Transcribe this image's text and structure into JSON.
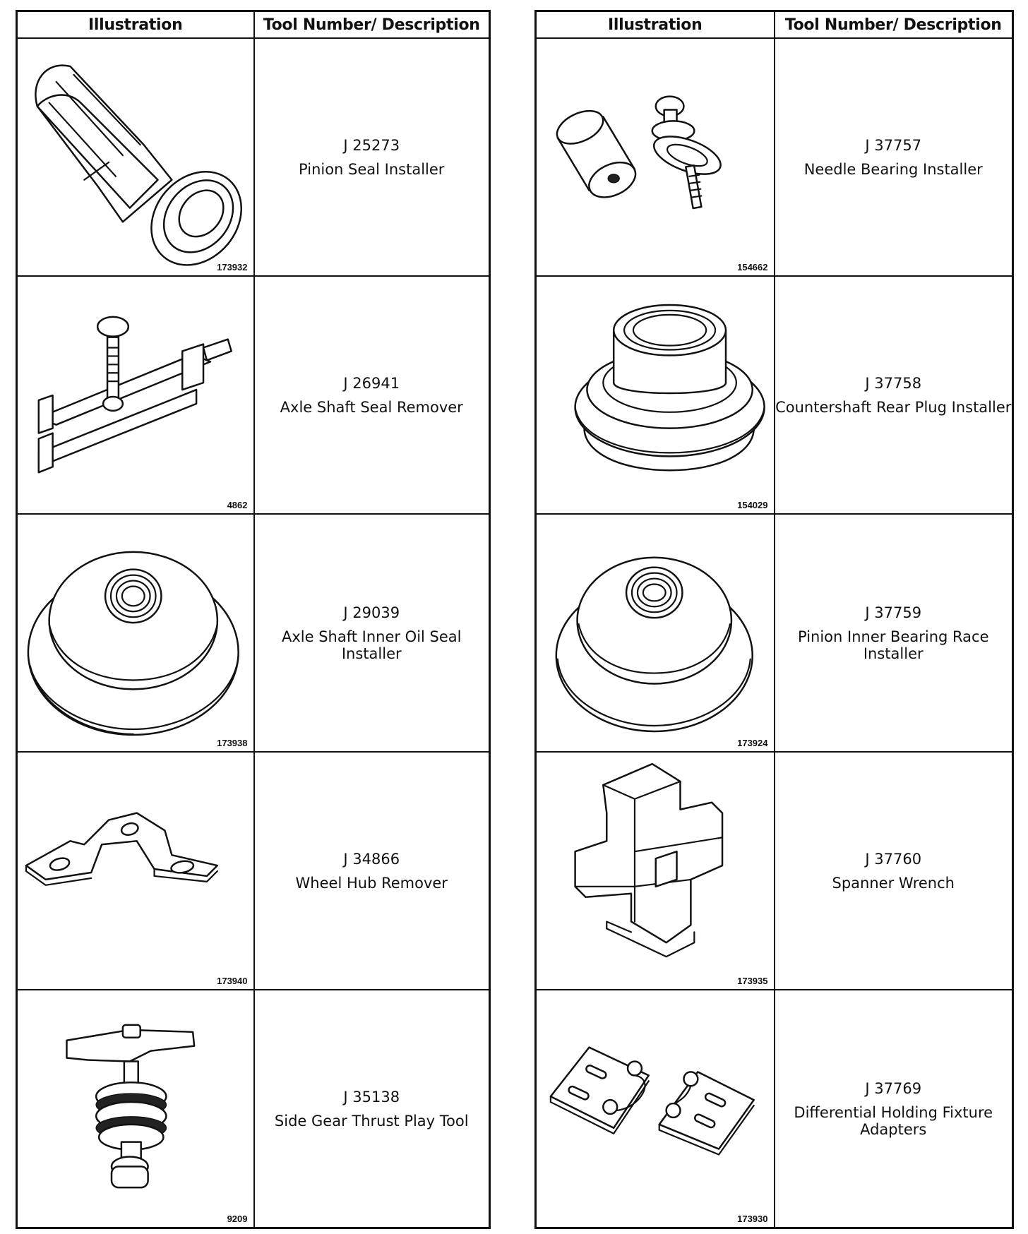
{
  "headers": {
    "illustration": "Illustration",
    "tool": "Tool Number/ Description"
  },
  "left": [
    {
      "number": "J 25273",
      "name": "Pinion Seal Installer",
      "figure": "173932",
      "icon": "pinion-seal-installer-icon"
    },
    {
      "number": "J 26941",
      "name": "Axle Shaft Seal Remover",
      "figure": "4862",
      "icon": "axle-shaft-seal-remover-icon"
    },
    {
      "number": "J 29039",
      "name": "Axle Shaft Inner Oil Seal Installer",
      "figure": "173938",
      "icon": "oil-seal-installer-icon"
    },
    {
      "number": "J 34866",
      "name": "Wheel Hub Remover",
      "figure": "173940",
      "icon": "wheel-hub-remover-icon"
    },
    {
      "number": "J 35138",
      "name": "Side Gear Thrust Play Tool",
      "figure": "9209",
      "icon": "side-gear-thrust-play-tool-icon"
    }
  ],
  "right": [
    {
      "number": "J 37757",
      "name": "Needle Bearing Installer",
      "figure": "154662",
      "icon": "needle-bearing-installer-icon"
    },
    {
      "number": "J 37758",
      "name": "Countershaft Rear Plug Installer",
      "figure": "154029",
      "icon": "countershaft-plug-installer-icon"
    },
    {
      "number": "J 37759",
      "name": "Pinion Inner Bearing Race Installer",
      "figure": "173924",
      "icon": "bearing-race-installer-icon"
    },
    {
      "number": "J 37760",
      "name": "Spanner Wrench",
      "figure": "173935",
      "icon": "spanner-wrench-icon"
    },
    {
      "number": "J 37769",
      "name": "Differential Holding Fixture Adapters",
      "figure": "173930",
      "icon": "holding-fixture-adapters-icon"
    }
  ]
}
